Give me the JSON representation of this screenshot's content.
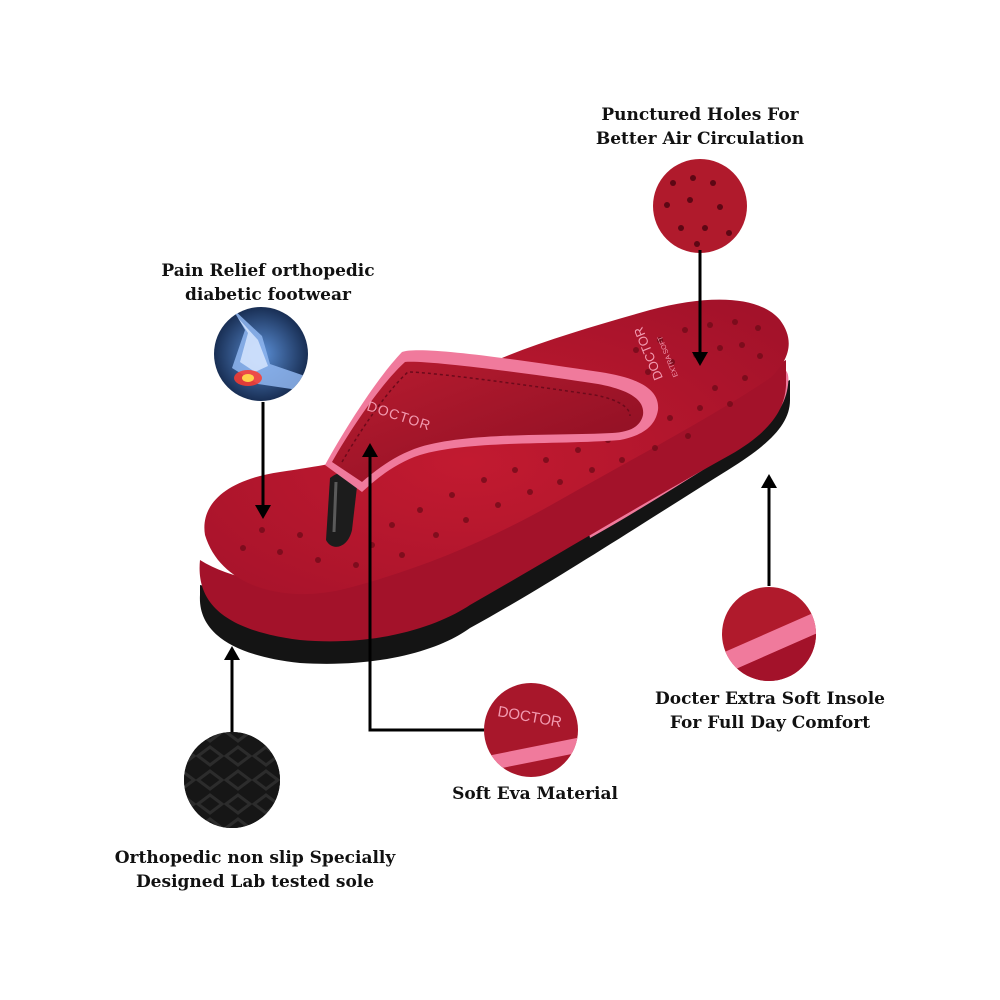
{
  "annotations": {
    "holes": {
      "line1": "Punctured Holes For",
      "line2": "Better Air Circulation"
    },
    "relief": {
      "line1": "Pain Relief orthopedic",
      "line2": "diabetic footwear"
    },
    "insole": {
      "line1": "Docter Extra Soft Insole",
      "line2": "For Full Day Comfort"
    },
    "eva": {
      "line1": "Soft Eva Material"
    },
    "sole": {
      "line1": "Orthopedic non slip Specially",
      "line2": "Designed Lab tested sole"
    }
  },
  "product": {
    "strap_brand": "DOCTOR",
    "footbed_brand": "DOCTOR",
    "footbed_sub": "EXTRA SOFT"
  },
  "colors": {
    "maroon": "#b3162b",
    "maroon_dark": "#8e0f22",
    "pink": "#f07a9c",
    "sole_black": "#141414",
    "text": "#111111"
  }
}
